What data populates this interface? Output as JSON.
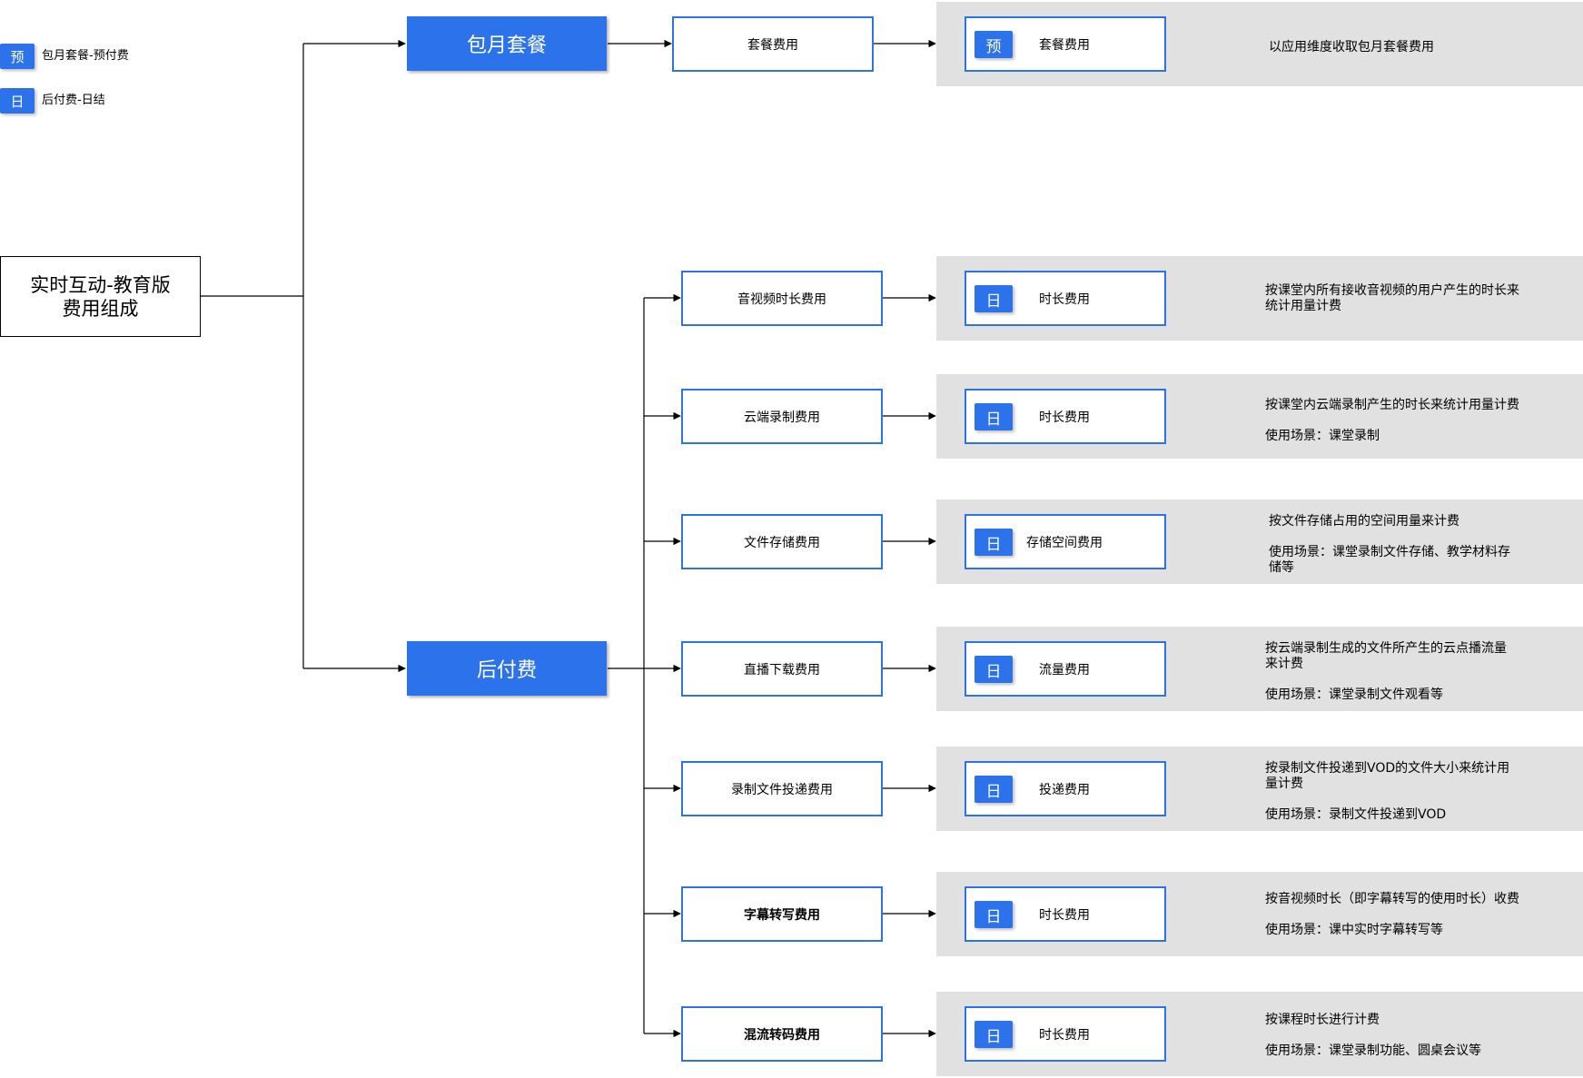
{
  "legend": [
    {
      "badge": "预",
      "label": "包月套餐-预付费"
    },
    {
      "badge": "日",
      "label": "后付费-日结"
    }
  ],
  "root": {
    "line1": "实时互动-教育版",
    "line2": "费用组成"
  },
  "categories": {
    "monthly": "包月套餐",
    "postpaid": "后付费"
  },
  "rows": [
    {
      "item": "套餐费用",
      "badge": "预",
      "billing": "套餐费用",
      "desc": [
        "以应用维度收取包月套餐费用"
      ]
    },
    {
      "item": "音视频时长费用",
      "badge": "日",
      "billing": "时长费用",
      "desc": [
        "按课堂内所有接收音视频的用户产生的时长来统计用量计费"
      ]
    },
    {
      "item": "云端录制费用",
      "badge": "日",
      "billing": "时长费用",
      "desc": [
        "按课堂内云端录制产生的时长来统计用量计费",
        "使用场景：课堂录制"
      ]
    },
    {
      "item": "文件存储费用",
      "badge": "日",
      "billing": "存储空间费用",
      "desc": [
        "按文件存储占用的空间用量来计费",
        "使用场景：课堂录制文件存储、教学材料存储等"
      ]
    },
    {
      "item": "直播下载费用",
      "badge": "日",
      "billing": "流量费用",
      "desc": [
        "按云端录制生成的文件所产生的云点播流量来计费",
        "使用场景：课堂录制文件观看等"
      ]
    },
    {
      "item": "录制文件投递费用",
      "badge": "日",
      "billing": "投递费用",
      "desc": [
        "按录制文件投递到VOD的文件大小来统计用量计费",
        "使用场景：录制文件投递到VOD"
      ]
    },
    {
      "item": "字幕转写费用",
      "badge": "日",
      "billing": "时长费用",
      "desc": [
        "按音视频时长（即字幕转写的使用时长）收费",
        "使用场景：课中实时字幕转写等"
      ]
    },
    {
      "item": "混流转码费用",
      "badge": "日",
      "billing": "时长费用",
      "desc": [
        "按课程时长进行计费",
        "使用场景：课堂录制功能、圆桌会议等"
      ]
    }
  ]
}
